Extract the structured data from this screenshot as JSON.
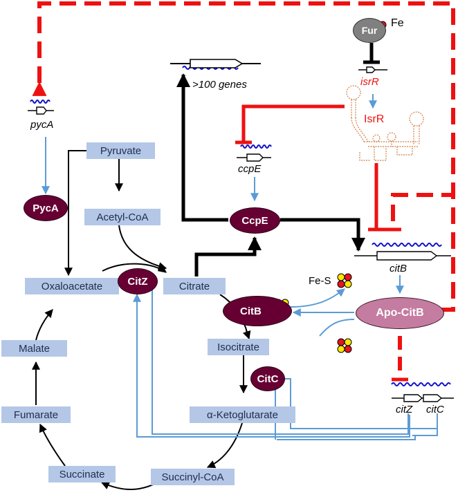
{
  "metabolites": {
    "pyruvate": "Pyruvate",
    "acetyl_coa": "Acetyl-CoA",
    "oxaloacetate": "Oxaloacetate",
    "citrate": "Citrate",
    "isocitrate": "Isocitrate",
    "alpha_ketoglutarate": "α-Ketoglutarate",
    "succinyl_coa": "Succinyl-CoA",
    "succinate": "Succinate",
    "fumarate": "Fumarate",
    "malate": "Malate"
  },
  "proteins": {
    "pyca": "PycA",
    "citz": "CitZ",
    "ccpe": "CcpE",
    "citb": "CitB",
    "citc": "CitC",
    "apo_citb": "Apo-CitB",
    "fur": "Fur"
  },
  "genes": {
    "pyca": "pycA",
    "ccpe": "ccpE",
    "isrr": "isrR",
    "citb": "citB",
    "citz": "citZ",
    "citc": "citC",
    "many_genes": ">100 genes"
  },
  "rna": {
    "isrr": "IsrR"
  },
  "cofactors": {
    "fe": "Fe",
    "fe_s": "Fe-S"
  },
  "colors": {
    "metabolite_box": "#b4c7e7",
    "protein": "#660033",
    "apo_protein": "#c47ca0",
    "fur": "#808080",
    "repression": "#ee1111",
    "activation": "#5b9bd5",
    "mrna": "#1111cc",
    "srna": "#d89060",
    "iron_cluster_red": "#e8141c",
    "iron_cluster_yellow": "#ffe600"
  }
}
